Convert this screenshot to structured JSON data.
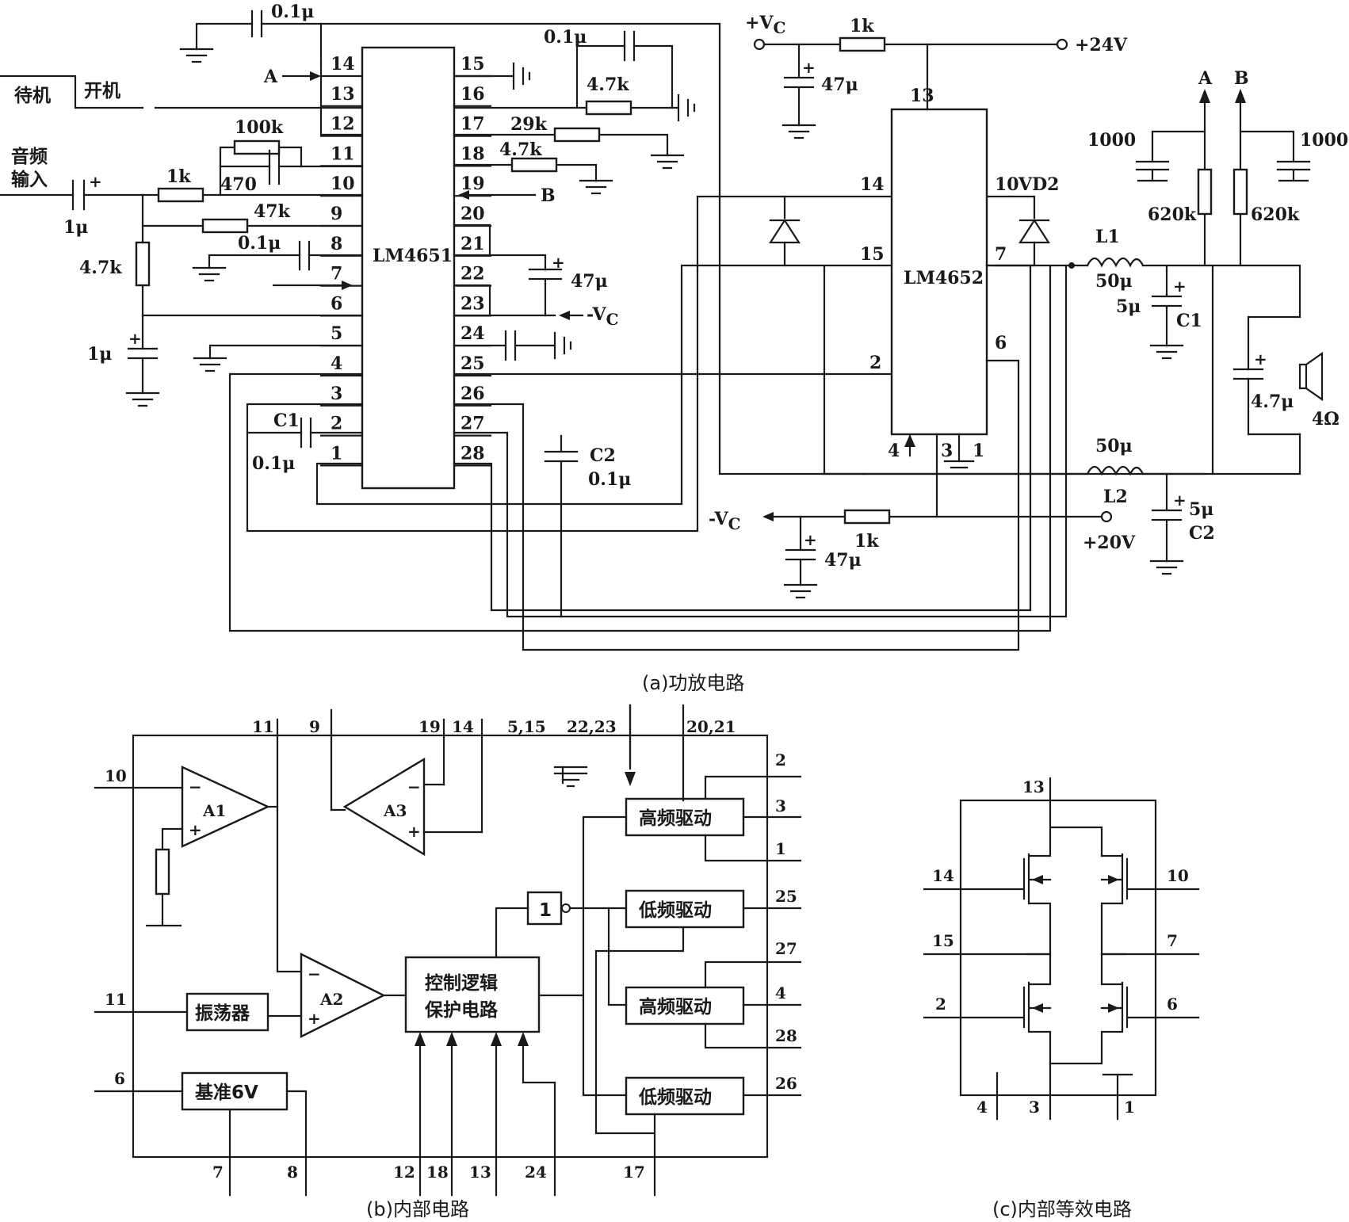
{
  "captions": {
    "a": "(a)功放电路",
    "b": "(b)内部电路",
    "c": "(c)内部等效电路"
  },
  "chips": {
    "lm4651": "LM4651",
    "lm4652": "LM4652"
  },
  "lm4651_pins_left": [
    "14",
    "13",
    "12",
    "11",
    "10",
    "9",
    "8",
    "7",
    "6",
    "5",
    "4",
    "3",
    "2",
    "1"
  ],
  "lm4651_pins_right": [
    "15",
    "16",
    "17",
    "18",
    "19",
    "20",
    "21",
    "22",
    "23",
    "24",
    "25",
    "26",
    "27",
    "28"
  ],
  "lm4652_pins": {
    "p13": "13",
    "p14": "14",
    "p15": "15",
    "p2": "2",
    "p10": "10",
    "p7": "7",
    "p6": "6",
    "p4": "4",
    "p3": "3",
    "p1": "1"
  },
  "labels": {
    "standby": "待机",
    "power_on": "开机",
    "audio_in": "音频",
    "audio_in2": "输入",
    "node_a": "A",
    "node_b": "B",
    "vc_pos": "+V",
    "vc_neg": "-V",
    "vc_sub": "C",
    "v24": "+24V",
    "v20": "+20V",
    "vd2": "VD2",
    "l1": "L1",
    "l2": "L2",
    "c1": "C1",
    "c2": "C2",
    "speaker": "4Ω"
  },
  "components": {
    "c_top": "0.1μ",
    "c_top_right": "0.1μ",
    "r16": "4.7k",
    "r17": "29k",
    "r18": "4.7k",
    "r100k": "100k",
    "r470": "470",
    "r1k_in": "1k",
    "c_in": "1μ",
    "r47k": "47k",
    "c8": "0.1μ",
    "r4k7": "4.7k",
    "c_bias": "1μ",
    "c47_mid": "47μ",
    "c1_val": "0.1μ",
    "c2_val": "0.1μ",
    "r1k_top": "1k",
    "c47_top": "47μ",
    "r1k_bot": "1k",
    "c47_bot": "47μ",
    "c1000a": "1000",
    "c1000b": "1000",
    "r620a": "620k",
    "r620b": "620k",
    "l1_val": "50μ",
    "l2_val": "50μ",
    "c5a": "5μ",
    "c5b": "5μ",
    "c4u7": "4.7μ"
  },
  "block_b": {
    "pins_top": [
      "11",
      "9",
      "19",
      "14",
      "5,15",
      "22,23",
      "20,21"
    ],
    "pins_left": [
      "10",
      "11",
      "6"
    ],
    "pins_bottom": [
      "7",
      "8",
      "12",
      "18",
      "13",
      "24",
      "17"
    ],
    "pins_right": [
      "2",
      "3",
      "1",
      "25",
      "27",
      "4",
      "28",
      "26"
    ],
    "a1": "A1",
    "a2": "A2",
    "a3": "A3",
    "minus": "−",
    "plus": "+",
    "oscillator": "振荡器",
    "reference": "基准6V",
    "control1": "控制逻辑",
    "control2": "保护电路",
    "inverter": "1",
    "hf_drive1": "高频驱动",
    "lf_drive1": "低频驱动",
    "hf_drive2": "高频驱动",
    "lf_drive2": "低频驱动"
  },
  "block_c": {
    "p13": "13",
    "p14": "14",
    "p10": "10",
    "p15": "15",
    "p7": "7",
    "p2": "2",
    "p6": "6",
    "p4": "4",
    "p3": "3",
    "p1": "1"
  }
}
